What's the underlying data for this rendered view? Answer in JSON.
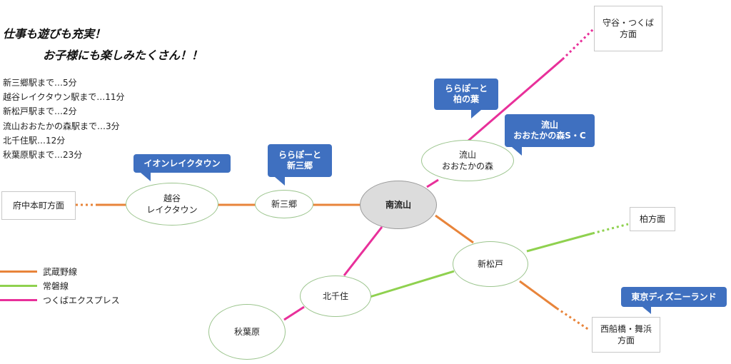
{
  "headings": {
    "line1": "仕事も遊びも充実！",
    "line2": "お子様にも楽しみたくさん！！"
  },
  "access_times": [
    "新三郷駅まで…5分",
    "越谷レイクタウン駅まで…11分",
    "新松戸駅まで…2分",
    "流山おおたかの森駅まで…3分",
    "北千住駅…12分",
    "秋葉原駅まで…23分"
  ],
  "stations": {
    "minami_nagareyama": "南流山",
    "shin_misato": "新三郷",
    "koshigaya_1": "越谷",
    "koshigaya_2": "レイクタウン",
    "nagareyama_otaka_1": "流山",
    "nagareyama_otaka_2": "おおたかの森",
    "shin_matsudo": "新松戸",
    "kita_senju": "北千住",
    "akihabara": "秋葉原"
  },
  "directions": {
    "fuchu_honmachi": "府中本町方面",
    "moriya_tsukuba_1": "守谷・つくば",
    "moriya_tsukuba_2": "方面",
    "kashiwa": "柏方面",
    "nishifunabashi_1": "西船橋・舞浜",
    "nishifunabashi_2": "方面"
  },
  "callouts": {
    "aeon": "イオンレイクタウン",
    "lalaport_shinmisato_1": "ららぽーと",
    "lalaport_shinmisato_2": "新三郷",
    "lalaport_kashiwa_1": "ららぽーと",
    "lalaport_kashiwa_2": "柏の葉",
    "otaka_sc_1": "流山",
    "otaka_sc_2": "おおたかの森S・C",
    "disney": "東京ディズニーランド"
  },
  "legend": [
    {
      "label": "武蔵野線",
      "color": "#e8843a"
    },
    {
      "label": "常磐線",
      "color": "#8fd14f"
    },
    {
      "label": "つくばエクスプレス",
      "color": "#e8309a"
    }
  ],
  "line_colors": {
    "musashino": "#e8843a",
    "joban": "#8fd14f",
    "tsukuba_express": "#e8309a"
  }
}
